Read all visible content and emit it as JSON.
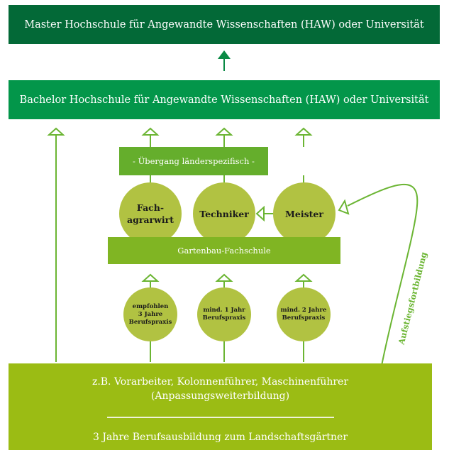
{
  "diagram": {
    "master": "Master Hochschule für Angewandte Wissenschaften (HAW) oder Universität",
    "bachelor": "Bachelor Hochschule für Angewandte Wissenschaften (HAW) oder Universität",
    "uebergang": "- Übergang länderspezifisch -",
    "qualifications": [
      {
        "line1": "Fach-",
        "line2": "agrarwirt"
      },
      {
        "line1": "Techniker",
        "line2": ""
      },
      {
        "line1": "Meister",
        "line2": ""
      }
    ],
    "fachschule": "Gartenbau-Fachschule",
    "requirements": [
      {
        "line1": "empfohlen",
        "line2": "3 Jahre",
        "line3": "Berufspraxis"
      },
      {
        "line1": "mind. 1 Jahr",
        "line2": "Berufspraxis",
        "line3": ""
      },
      {
        "line1": "mind. 2 Jahre",
        "line2": "Berufspraxis",
        "line3": ""
      }
    ],
    "bottom": {
      "line1": "z.B. Vorarbeiter, Kolonnenführer, Maschinenführer",
      "line2": "(Anpassungsweiterbildung)",
      "line3": "3 Jahre Berufsausbildung zum Landschaftsgärtner"
    },
    "aufstieg_label": "Aufstiegsfortbildung",
    "colors": {
      "master": "#036937",
      "bachelor": "#03964a",
      "uebergang": "#65ae2c",
      "fachschule": "#80b523",
      "circle": "#b1c242",
      "bottom": "#9bbc14",
      "arrow": "#6bb533"
    }
  }
}
